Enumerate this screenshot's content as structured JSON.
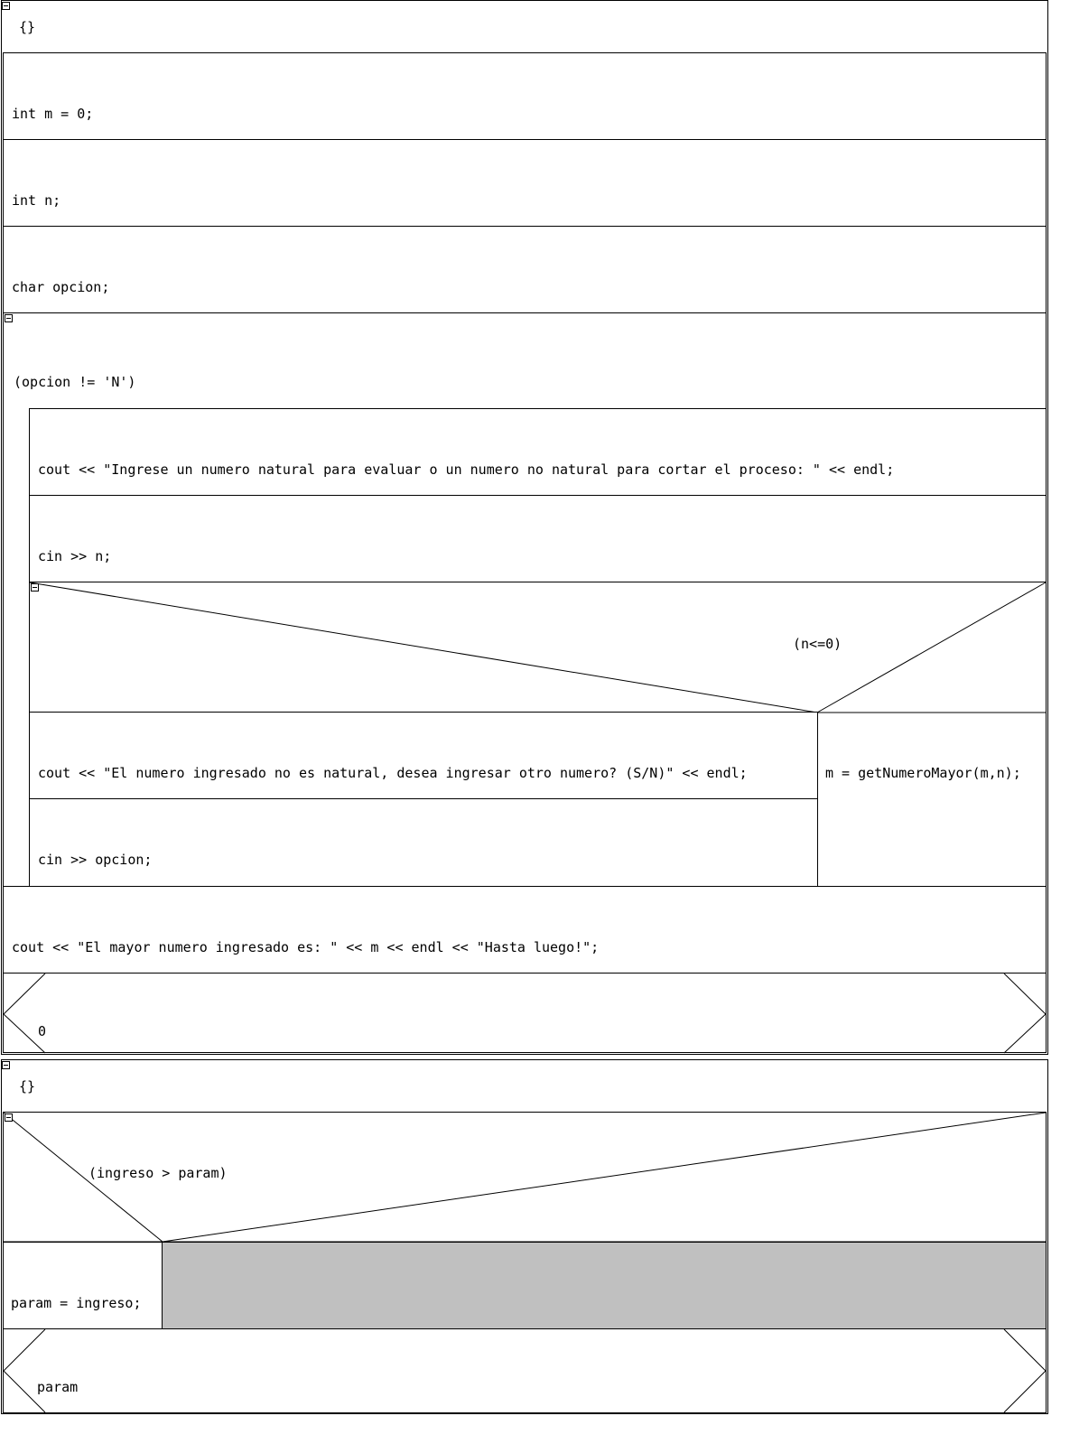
{
  "main": {
    "header": "{}",
    "decl_m": "int m = 0;",
    "decl_n": "int n;",
    "decl_opcion": "char opcion;",
    "loop_condition": "(opcion != 'N')",
    "prompt_stmt": "cout << \"Ingrese un numero natural para evaluar o un numero no natural para cortar el proceso: \" << endl;",
    "read_n": "cin >> n;",
    "if_condition": "(n<=0)",
    "true_branch_msg": "cout << \"El numero ingresado no es natural, desea ingresar otro numero? (S/N)\" << endl;",
    "true_branch_read": "cin >> opcion;",
    "false_branch_assign": "m = getNumeroMayor(m,n);",
    "result_stmt": "cout << \"El mayor numero ingresado es: \" << m << endl << \"Hasta luego!\";",
    "return_value": "0"
  },
  "func": {
    "header": "{}",
    "if_condition": "(ingreso > param)",
    "true_branch_assign": "param = ingreso;",
    "return_value": "param"
  },
  "icons": {
    "collapse": "collapse-toggle-icon"
  },
  "colors": {
    "empty_branch": "#c0c0c0",
    "line": "#000000",
    "background": "#ffffff"
  }
}
